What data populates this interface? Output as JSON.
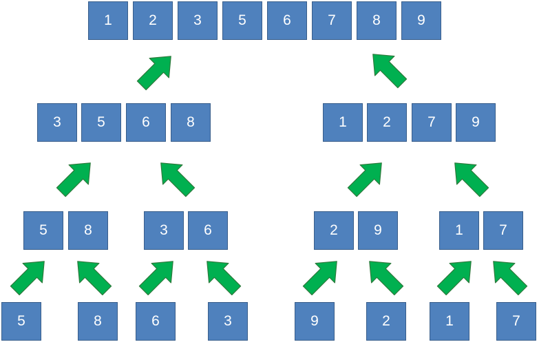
{
  "colors": {
    "box_fill": "#4f81bd",
    "box_border": "#385d8a",
    "box_text": "#ffffff",
    "arrow_fill": "#00b050",
    "arrow_border": "#2e7a3c"
  },
  "merge_sort": {
    "level0_leaves": [
      "5",
      "8",
      "6",
      "3",
      "9",
      "2",
      "1",
      "7"
    ],
    "level1_pairs": [
      [
        "5",
        "8"
      ],
      [
        "3",
        "6"
      ],
      [
        "2",
        "9"
      ],
      [
        "1",
        "7"
      ]
    ],
    "level2_quads": [
      [
        "3",
        "5",
        "6",
        "8"
      ],
      [
        "1",
        "2",
        "7",
        "9"
      ]
    ],
    "level3_sorted": [
      "1",
      "2",
      "3",
      "5",
      "6",
      "7",
      "8",
      "9"
    ]
  },
  "arrows": [
    {
      "direction": "up-right"
    },
    {
      "direction": "up-left"
    },
    {
      "direction": "up-right"
    },
    {
      "direction": "up-left"
    },
    {
      "direction": "up-right"
    },
    {
      "direction": "up-left"
    },
    {
      "direction": "up-right"
    },
    {
      "direction": "up-left"
    },
    {
      "direction": "up-right"
    },
    {
      "direction": "up-left"
    },
    {
      "direction": "up-right"
    },
    {
      "direction": "up-left"
    },
    {
      "direction": "up-right"
    },
    {
      "direction": "up-left"
    }
  ]
}
